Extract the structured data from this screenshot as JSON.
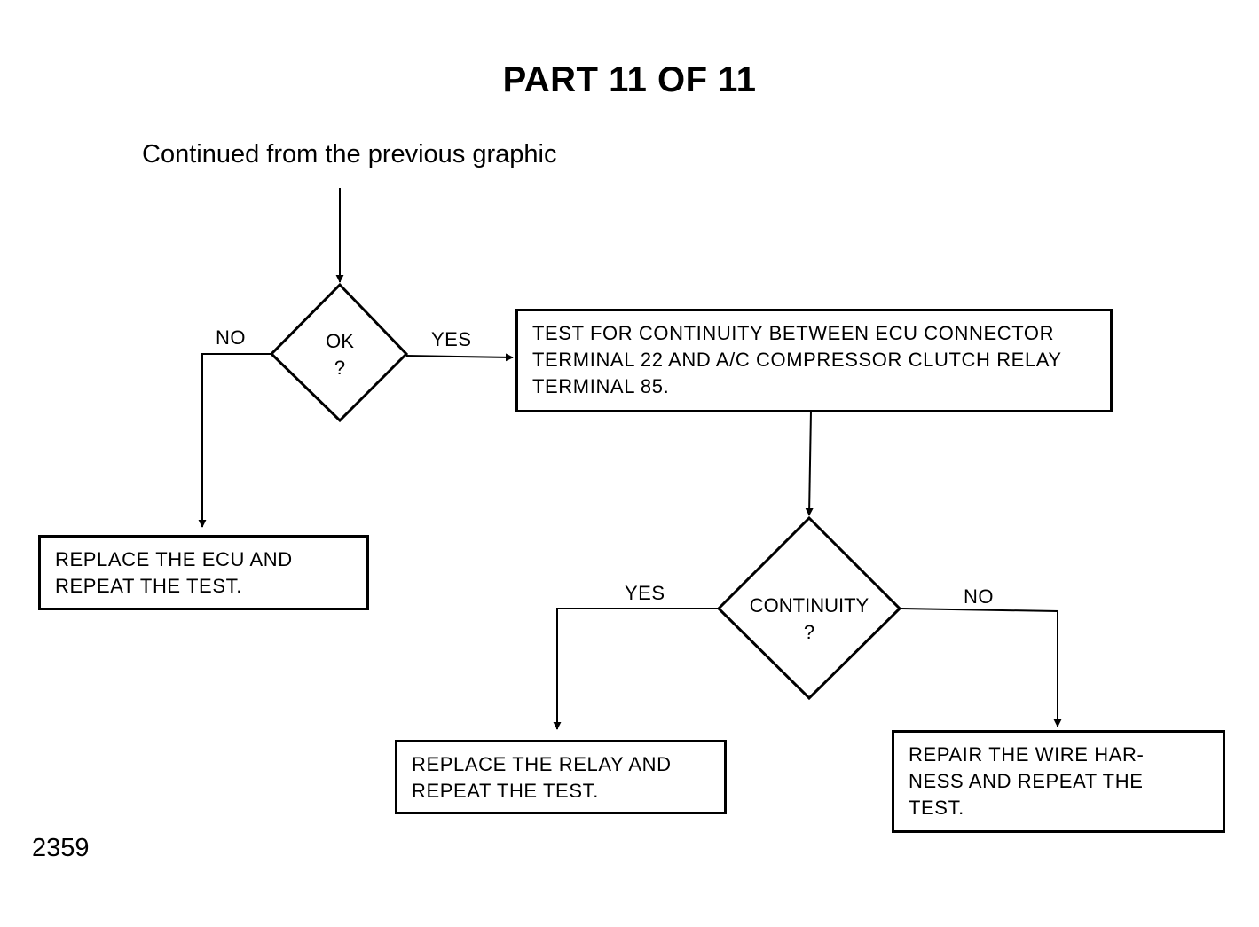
{
  "title": "PART 11 OF 11",
  "continued_text": "Continued from the previous graphic",
  "decisions": {
    "ok": {
      "line1": "OK",
      "line2": "?"
    },
    "continuity": {
      "line1": "CONTINUITY",
      "line2": "?"
    }
  },
  "labels": {
    "ok_no": "NO",
    "ok_yes": "YES",
    "continuity_yes": "YES",
    "continuity_no": "NO"
  },
  "boxes": {
    "test_continuity": [
      "TEST FOR CONTINUITY BETWEEN ECU CONNECTOR",
      "TERMINAL 22 AND A/C COMPRESSOR CLUTCH RELAY",
      "TERMINAL 85."
    ],
    "replace_ecu": [
      "REPLACE THE ECU AND",
      "REPEAT THE TEST."
    ],
    "replace_relay": [
      "REPLACE THE RELAY AND",
      "REPEAT THE TEST."
    ],
    "repair_harness": [
      "REPAIR THE WIRE HAR-",
      "NESS AND REPEAT THE",
      "TEST."
    ]
  },
  "figure_number": "2359"
}
